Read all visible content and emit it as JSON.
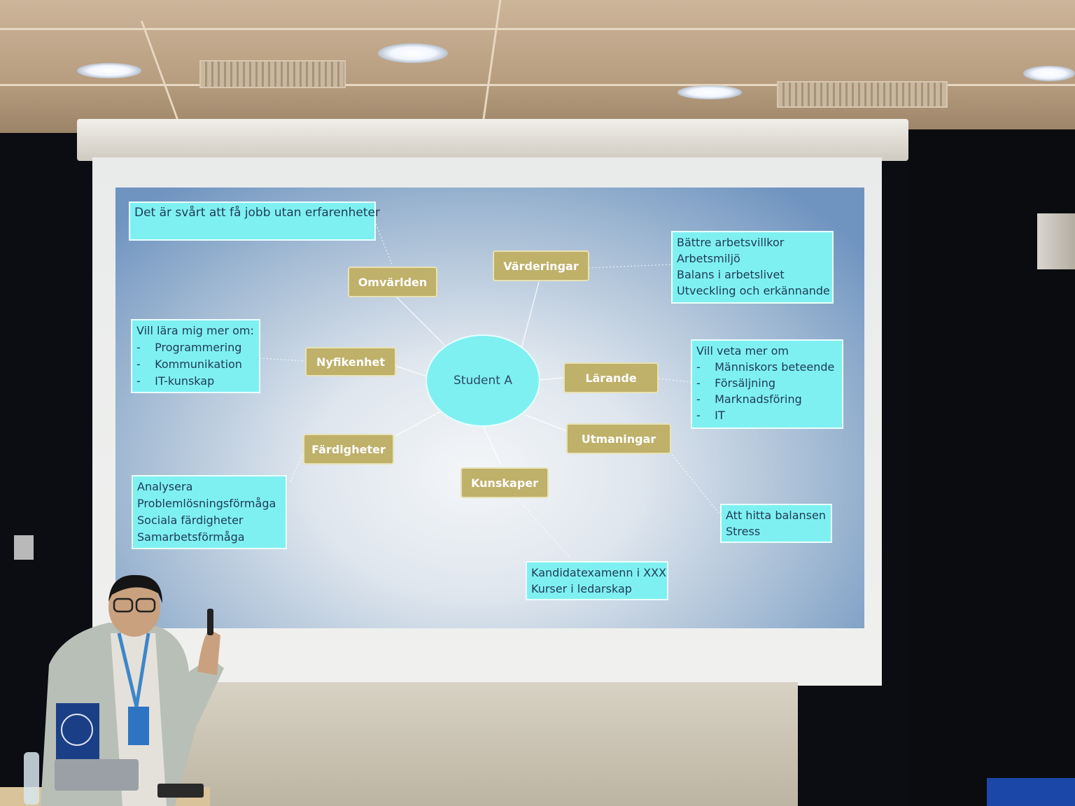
{
  "slide": {
    "center": "Student A",
    "tags": {
      "omvarlden": "Omvärlden",
      "varderingar": "Värderingar",
      "nyfikenhet": "Nyfikenhet",
      "larande": "Lärande",
      "fardigheter": "Färdigheter",
      "utmaningar": "Utmaningar",
      "kunskaper": "Kunskaper"
    },
    "boxes": {
      "omvarlden": [
        "Det är svårt att få jobb utan erfarenheter"
      ],
      "varderingar": [
        "Bättre arbetsvillkor",
        "Arbetsmiljö",
        "Balans i arbetslivet",
        "Utveckling och erkännande"
      ],
      "nyfikenhet": [
        "Vill lära mig mer om:",
        "-    Programmering",
        "-    Kommunikation",
        "-    IT-kunskap"
      ],
      "larande": [
        "Vill veta mer om",
        "-    Människors beteende",
        "-    Försäljning",
        "-    Marknadsföring",
        "-    IT"
      ],
      "fardigheter": [
        "Analysera",
        "Problemlösningsförmåga",
        "Sociala färdigheter",
        "Samarbetsförmåga"
      ],
      "utmaningar": [
        "Att hitta balansen",
        "Stress"
      ],
      "kunskaper": [
        "Kandidatexamenn i XXX",
        "Kurser i ledarskap"
      ]
    }
  },
  "colors": {
    "box_fill": "#7ff0f2",
    "tag_fill": "#bfb06a",
    "slide_edge": "#6f94c0",
    "flag": "#1b3f86"
  }
}
